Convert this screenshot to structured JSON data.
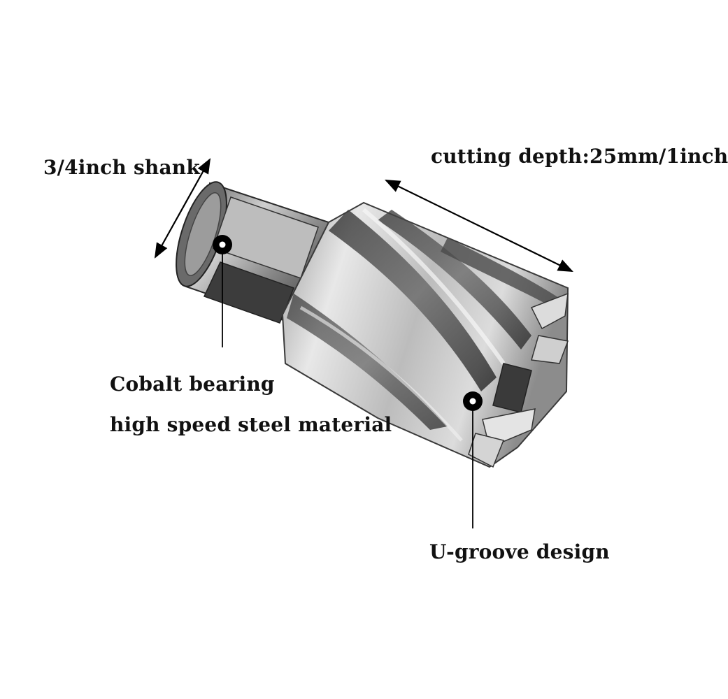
{
  "labels": {
    "shank": "3/4inch shank",
    "cutting_depth": "cutting depth:25mm/1inch",
    "material_line1": "Cobalt bearing",
    "material_line2": "high speed steel material",
    "u_groove": "U-groove design"
  },
  "colors": {
    "text": "#111111",
    "steel_light": "#e6e6e6",
    "steel_mid": "#a8a8a8",
    "steel_dark": "#3a3a3a",
    "marker": "#000000"
  },
  "icons": {
    "callout_marker": "circle-dot-icon",
    "dimension_arrow": "double-headed-arrow-icon"
  }
}
